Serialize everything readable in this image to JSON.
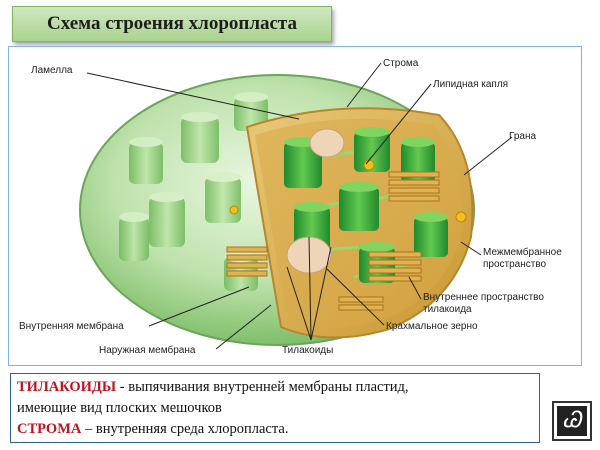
{
  "title": "Схема строения хлоропласта",
  "labels": {
    "lamella": "Ламелла",
    "stroma": "Строма",
    "lipid_drop": "Липидная капля",
    "grana": "Грана",
    "intermembrane_1": "Межмембранное",
    "intermembrane_2": "пространство",
    "inner_space_1": "Внутреннее пространство",
    "inner_space_2": "тилакоида",
    "starch_grain": "Крахмальное зерно",
    "thylakoids": "Тилакоиды",
    "outer_membrane": "Наружная мембрана",
    "inner_membrane": "Внутренняя мембрана"
  },
  "definitions": {
    "thylakoid_term": "ТИЛАКОИДЫ",
    "thylakoid_text_1": " - выпячивания внутренней мембраны пластид,",
    "thylakoid_text_2": "имеющие вид плоских мешочков",
    "stroma_term": "СТРОМА",
    "stroma_text": " – внутренняя среда хлоропласта."
  },
  "colors": {
    "title_bg": "#a9d38e",
    "term": "#c1121f",
    "grana_green": "#3fae3a",
    "membrane_orange": "#d79b36",
    "box_border": "#2f5f9a"
  },
  "icons": {
    "logo": "publisher-logo-icon"
  }
}
